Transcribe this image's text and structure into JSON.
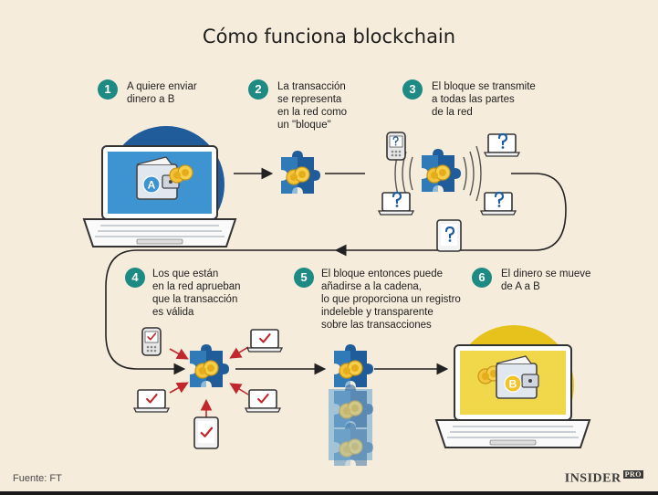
{
  "title": "Cómo funciona blockchain",
  "steps": [
    {
      "num": "1",
      "text": "A quiere enviar\ndinero a B"
    },
    {
      "num": "2",
      "text": "La transacción\nse representa\nen la red como\nun \"bloque\""
    },
    {
      "num": "3",
      "text": "El bloque se transmite\na todas las partes\nde la red"
    },
    {
      "num": "4",
      "text": "Los que están\nen la red aprueban\nque la transacción\nes válida"
    },
    {
      "num": "5",
      "text": "El bloque entonces puede\nañadirse a la cadena,\nlo que proporciona un registro\nindeleble y transparente\nsobre las transacciones"
    },
    {
      "num": "6",
      "text": "El dinero se mueve\nde A a B"
    }
  ],
  "wallet_labels": {
    "sender": "A",
    "receiver": "B"
  },
  "device_mark": "?",
  "source": "Fuente: FT",
  "brand": {
    "name": "INSIDER",
    "tag": "PRO"
  },
  "colors": {
    "background": "#f6ecdc",
    "teal": "#1e8a84",
    "dark_blue": "#1f5c99",
    "light_blue": "#3e93d1",
    "yellow": "#e8c21c",
    "coin": "#f4c33a",
    "check_red": "#c0282d"
  },
  "icons": [
    "laptop-icon",
    "wallet-icon",
    "coin-icon",
    "puzzle-block-icon",
    "phone-icon",
    "monitor-icon",
    "tablet-icon",
    "checkmark-icon",
    "signal-wave-icon"
  ]
}
